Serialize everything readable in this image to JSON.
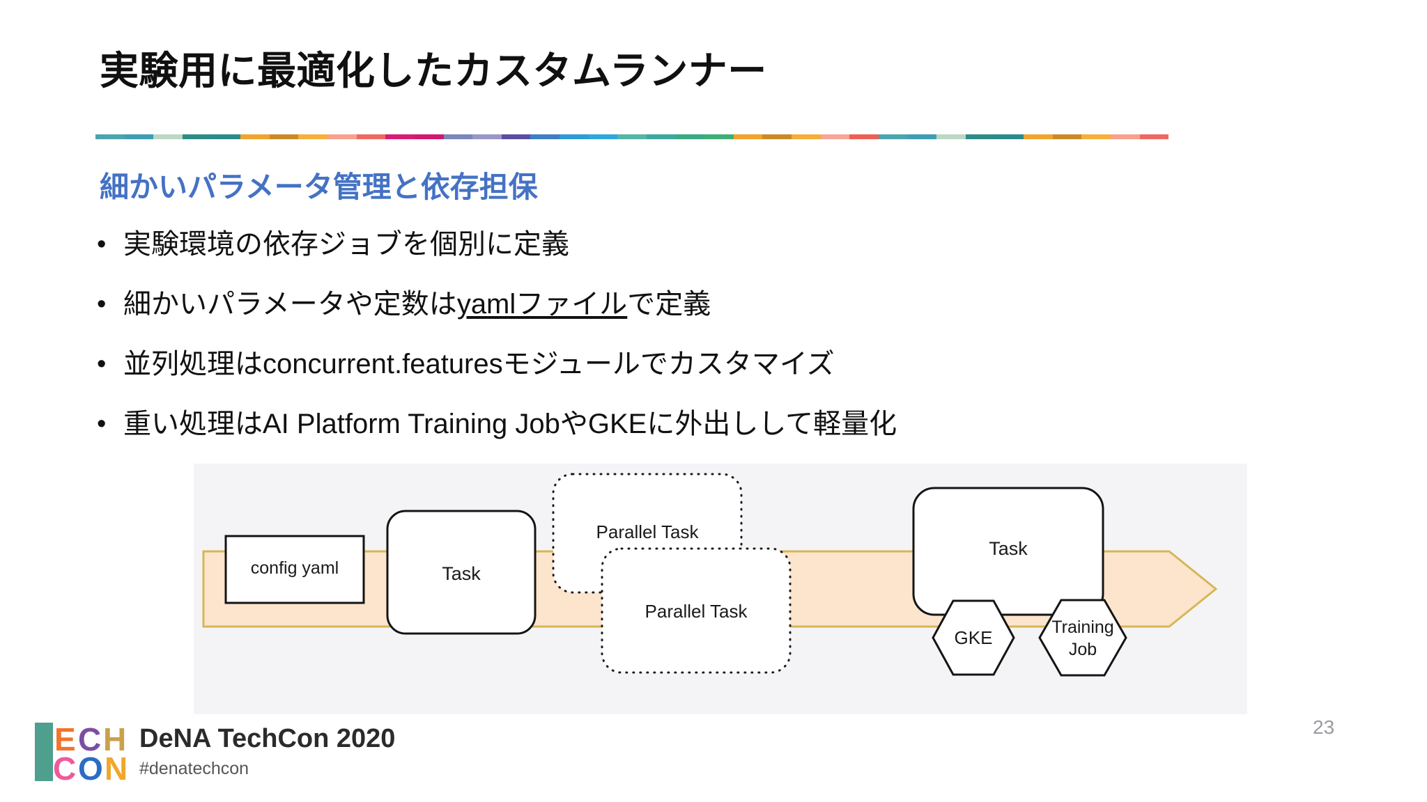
{
  "slide": {
    "title": "実験用に最適化したカスタムランナー",
    "subtitle": "細かいパラメータ管理と依存担保",
    "page_number": "23",
    "subtitle_color": "#4472C4",
    "bullet_marker": "•"
  },
  "divider_colors": [
    "#4BA3AE",
    "#3E9DB5",
    "#BCD8C4",
    "#2E8B88",
    "#2D8A8C",
    "#F0A430",
    "#C98A28",
    "#F3B13A",
    "#F6A08E",
    "#EE6A60",
    "#D81B74",
    "#D2186F",
    "#7B86BB",
    "#9A97C6",
    "#5B4EA0",
    "#3F7FC1",
    "#2F9BD4",
    "#2FA8D8",
    "#55B5A6",
    "#3EA8A0",
    "#3BA982",
    "#3FAE76",
    "#F2A22E",
    "#C98A28",
    "#F4AE3A",
    "#F6A698",
    "#EC5F55",
    "#4BA3AE",
    "#3E9DB5",
    "#BCD8C4",
    "#2E8B88",
    "#2D8A8C",
    "#F0A430",
    "#C98A28",
    "#F3B13A",
    "#F6A08E",
    "#EE6A60"
  ],
  "bullets": [
    {
      "pre": "実験環境の依存ジョブを個別に定義",
      "underline": "",
      "post": ""
    },
    {
      "pre": "細かいパラメータや定数は",
      "underline": "yamlファイル",
      "post": "で定義"
    },
    {
      "pre": "並列処理はconcurrent.featuresモジュールでカスタマイズ",
      "underline": "",
      "post": ""
    },
    {
      "pre": "重い処理はAI Platform Training JobやGKEに外出しして軽量化",
      "underline": "",
      "post": ""
    }
  ],
  "diagram": {
    "background": "#F4F4F7",
    "band_fill": "#FCE5CC",
    "band_stroke": "#D6B656",
    "nodes": {
      "config_yaml": "config yaml",
      "task_left": "Task",
      "parallel_task_upper": "Parallel Task",
      "parallel_task_lower": "Parallel Task",
      "task_right": "Task",
      "gke": "GKE",
      "training_job_line1": "Training",
      "training_job_line2": "Job"
    }
  },
  "footer": {
    "event": "DeNA TechCon 2020",
    "hashtag": "#denatechcon",
    "logo": {
      "line1": [
        "E",
        "C",
        "H"
      ],
      "line2": [
        "C",
        "O",
        "N"
      ],
      "bar": "T",
      "colors": {
        "bar": "#4E9F8E",
        "E": "#F0752B",
        "C_top": "#7B4FA0",
        "H": "#C9A14A",
        "C_bottom": "#EE5A9B",
        "O": "#2B6CC4",
        "N": "#F0A72B"
      }
    }
  }
}
